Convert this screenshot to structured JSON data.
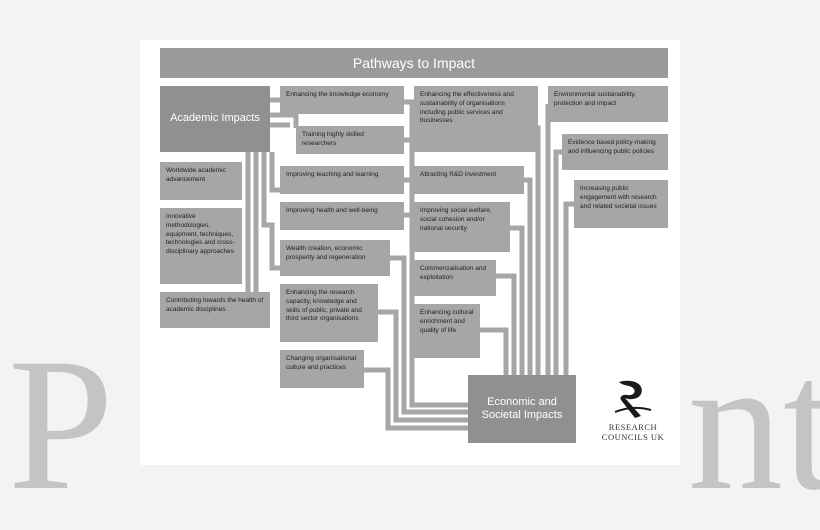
{
  "title": "Pathways to Impact",
  "hubs": {
    "academic": "Academic Impacts",
    "economic": "Economic and Societal Impacts"
  },
  "academic_items": [
    "Worldwide academic advancement",
    "Innovative methodologies, equipment, techniques, technologies and cross-disciplinary approaches",
    "Contributing towards the health of academic disciplines"
  ],
  "column2_items": [
    "Enhancing the knowledge economy",
    "Training highly skilled researchers",
    "Improving teaching and learning",
    "Improving health and well-being",
    "Wealth creation, economic prosperity and regeneration",
    "Enhancing the research capacity, knowledge and skills of public, private and third sector organisations",
    "Changing organisational culture and practices"
  ],
  "column3_items": [
    "Enhancing the effectiveness and sustainability of organisations including public services and businesses",
    "Attracting R&D investment",
    "Improving social welfare, social cohesion and/or national security",
    "Commercialisation and exploitation",
    "Enhancing cultural enrichment and quality of life"
  ],
  "column4_items": [
    "Environmental sustainability, protection and impact",
    "Evidence based policy-making and influencing public policies",
    "Increasing public engagement with research and related societal issues"
  ],
  "logo": {
    "line1": "RESEARCH",
    "line2": "COUNCILS UK"
  },
  "watermark": {
    "left": "P",
    "right": "nt"
  },
  "colors": {
    "box": "#a6a6a6",
    "hub": "#909090",
    "title_bar": "#9a9a9a",
    "lines": "#a6a6a6",
    "watermark": "#c2c2c2"
  }
}
